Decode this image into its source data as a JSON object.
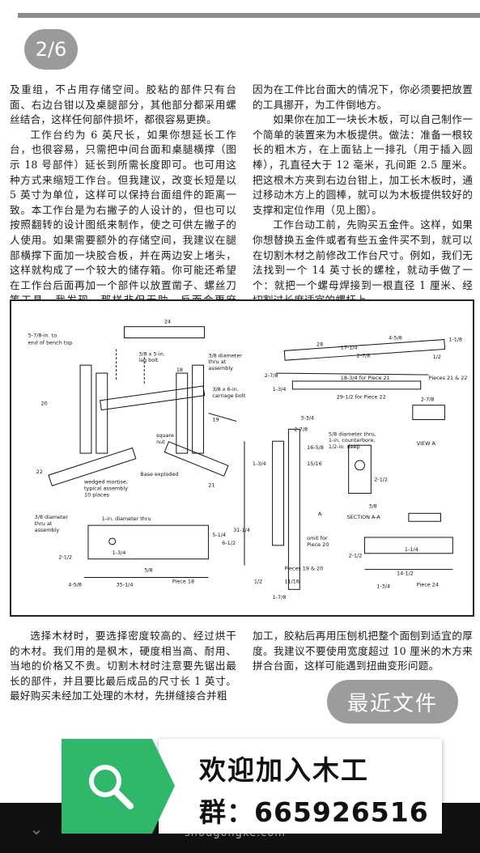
{
  "page_indicator": "2/6",
  "text": {
    "left_top": [
      "及重组，不占用存储空间。胶粘的部件只有台面、右边台钳以及桌腿部分，其他部分都采用螺丝结合，这样任何部件损坏，都很容易更换。",
      "工作台约为 6 英尺长，如果你想延长工作台，也很容易，只需把中间台面和桌腿横撑（图示 18 号部件）延长到所需长度即可。也可用这种方式来缩短工作台。但我建议，改变长短是以 5 英寸为单位，这样可以保持台面组件的距离一致。本工作台是为右撇子的人设计的，但也可以按照翻转的设计图纸来制作，使之可供左撇子的人使用。如果需要额外的存储空间，我建议在腿部横撑下面加一块胶合板，并在两边安上堵头，这样就构成了一个较大的储存箱。你可能还希望在工作台后面再加一个部件以放置凿子、螺丝刀等工具，我发现，那样非但无助，反而会更麻烦，"
    ],
    "right_top": [
      "因为在工件比台面大的情况下，你必须要把放置的工具挪开，为工件倒地方。",
      "如果你在加工一块长木板，可以自己制作一个简单的装置来为木板提供。做法：准备一根较长的粗木方，在上面钻上一排孔（用于插入圆棒），孔直径大于 12 毫米，孔间距 2.5 厘米。把这根木方夹到右边台钳上，加工长木板时，通过移动木方上的圆棒，就可以为木板提供较好的支撑和定位作用（见上图）。",
      "工作台动工前，先购买五金件。这样，如果你想替换五金件或者有些五金件买不到，就可以在切割木材之前修改工作台尺寸。例如，我们无法找到一个 14 英寸长的螺栓，就动手做了一个：就把一个螺母焊接到一根直径 1 厘米、经切割过长度适宜的螺杆上。"
    ],
    "left_bottom": [
      "选择木材时，要选择密度较高的、经过烘干的木材。我们用的是枫木，硬度相当高、耐用、当地的价格又不贵。切割木材时注意要先锯出最长的部件，并且要比最后成品的尺寸长 1 英寸。最好购买未经加工处理的木材，先拼缝接合并粗"
    ],
    "right_bottom": [
      "加工，胶粘后再用压刨机把整个面刨到适宜的厚度。我建议不要使用宽度超过 10 厘米的木方来拼合台面，这样可能遇到扭曲变形问题。"
    ]
  },
  "figure": {
    "labels": {
      "l1": "5-7/8-in. to",
      "l2": "end of bench top",
      "l3": "24",
      "l4": "3/8 x 5-in.",
      "l5": "lag bolt",
      "l6": "18",
      "l7": "3/8 diameter",
      "l8": "thru at",
      "l9": "assembly",
      "l10": "3/8 x 6-in.",
      "l11": "carriage bolt",
      "l12": "20",
      "l13": "19",
      "l14": "square",
      "l15": "nut",
      "l16": "22",
      "l17": "Base exploded",
      "l18": "21",
      "l19": "wedged mortise,",
      "l20": "typical assembly",
      "l21": "10 places",
      "l22": "4-5/8",
      "l23": "1-1/8",
      "l24": "1/2",
      "l25": "28",
      "l26": "17-1/4",
      "l27": "2-7/8",
      "l28": "18-3/4 for Piece 21",
      "l29": "29-1/2 for Piece 22",
      "l30": "Pieces 21 & 22",
      "l31": "2-7/8",
      "l32": "1-3/4",
      "l33": "3-3/4",
      "l34": "2-7/8",
      "l35": "VIEW A",
      "l36": "2-7/8",
      "l37": "16-5/8",
      "l38": "15/16",
      "l39": "1-3/4",
      "l40": "5/8 diameter thru,",
      "l41": "1-in. counterbore,",
      "l42": "1/2-in. deep",
      "l43": "2-1/2",
      "l44": "SECTION A-A",
      "l45": "3/8",
      "l46": "3/8 diameter",
      "l47": "thru at",
      "l48": "assembly",
      "l49": "1-in. diameter thru",
      "l50": "5-1/4",
      "l51": "6-1/2",
      "l52": "2-1/2",
      "l53": "1-3/4",
      "l54": "5/8",
      "l55": "4-5/8",
      "l56": "35-1/4",
      "l57": "Piece 18",
      "l58": "31-1/4",
      "l59": "omit for",
      "l60": "Piece 20",
      "l61": "Pieces 19 & 20",
      "l62": "1/2",
      "l63": "11/16",
      "l64": "1-7/8",
      "l65": "2-1/2",
      "l66": "1-1/4",
      "l67": "14-1/2",
      "l68": "1-3/4",
      "l69": "Piece 24",
      "l70": "A"
    }
  },
  "buttons": {
    "recent_files": "最近文件"
  },
  "banner": {
    "line1": "欢迎加入木工",
    "line2": "群：665926516"
  },
  "watermark": "shougongke.com",
  "icons": {
    "search": "search-icon",
    "nav_down": "chevron-down-icon",
    "nav_right": "square-icon"
  },
  "colors": {
    "badge": "#9a9a9a",
    "banner_green": "#2fb86a",
    "text": "#1a1a1a"
  }
}
